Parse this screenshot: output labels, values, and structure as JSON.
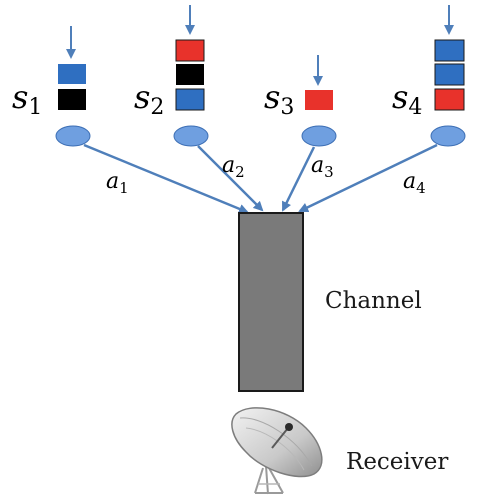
{
  "sources": [
    {
      "label": "s",
      "subscript": "1",
      "queue": [
        "blue",
        "black"
      ]
    },
    {
      "label": "s",
      "subscript": "2",
      "queue": [
        "red",
        "black",
        "blue"
      ]
    },
    {
      "label": "s",
      "subscript": "3",
      "queue": [
        "red"
      ]
    },
    {
      "label": "s",
      "subscript": "4",
      "queue": [
        "blue",
        "blue",
        "red"
      ]
    }
  ],
  "links": [
    {
      "label": "a",
      "subscript": "1"
    },
    {
      "label": "a",
      "subscript": "2"
    },
    {
      "label": "a",
      "subscript": "3"
    },
    {
      "label": "a",
      "subscript": "4"
    }
  ],
  "channel": {
    "label": "Channel"
  },
  "receiver": {
    "label": "Receiver",
    "icon": "satellite-dish-icon"
  },
  "colors": {
    "blue": "#2f6fc1",
    "red": "#e8322b",
    "black": "#000000",
    "node": "#6f9fe0",
    "arrow": "#4f7fba",
    "channel_fill": "#7a7a7a"
  }
}
